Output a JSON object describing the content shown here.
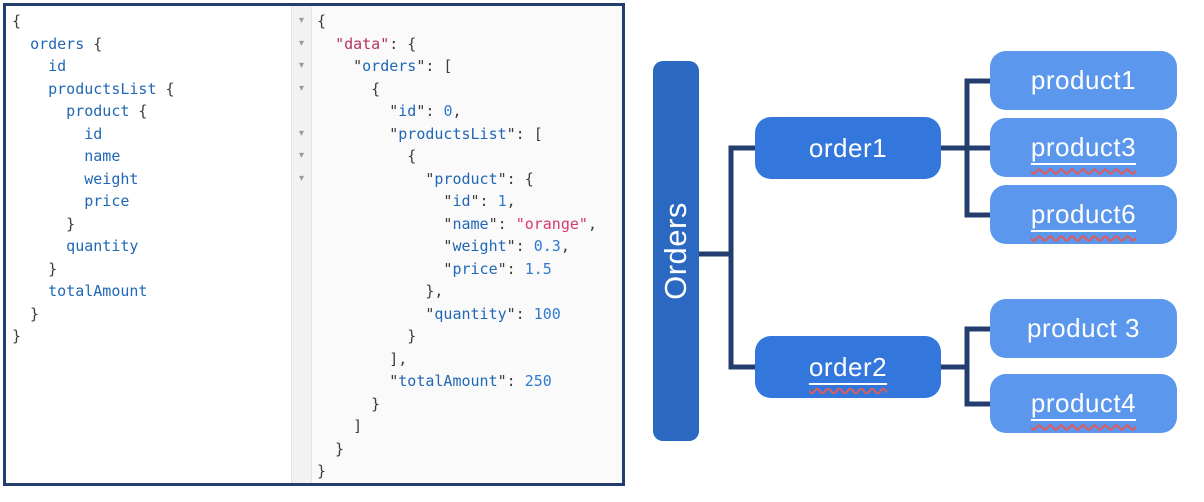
{
  "colors": {
    "panel_border": "#223d6e",
    "connector": "#223d6e",
    "root_box": "#2a68c1",
    "order_box": "#3377dc",
    "product_box": "#5b97ec",
    "box_text": "#ffffff",
    "field_blue": "#2068b5",
    "key_blue": "#2068b5",
    "data_key_red": "#b5345a",
    "string_pink": "#d63a6a",
    "number_blue": "#2e7ad1",
    "punct_gray": "#3c3c3c",
    "gutter_bg": "#f2f2f2",
    "response_bg": "#fafafa",
    "query_bg": "#ffffff",
    "fold_arrow": "#9a9a9a",
    "squiggle_red": "#e05b5b",
    "underline_white": "#ffffff"
  },
  "left_panel": {
    "query": {
      "lines": [
        [
          [
            "p",
            "{"
          ]
        ],
        [
          [
            "p",
            "  "
          ],
          [
            "f",
            "orders"
          ],
          [
            "p",
            " {"
          ]
        ],
        [
          [
            "f",
            "    id"
          ]
        ],
        [
          [
            "f",
            "    productsList"
          ],
          [
            "p",
            " {"
          ]
        ],
        [
          [
            "f",
            "      product"
          ],
          [
            "p",
            " {"
          ]
        ],
        [
          [
            "f",
            "        id"
          ]
        ],
        [
          [
            "f",
            "        name"
          ]
        ],
        [
          [
            "f",
            "        weight"
          ]
        ],
        [
          [
            "f",
            "        price"
          ]
        ],
        [
          [
            "p",
            "      }"
          ]
        ],
        [
          [
            "f",
            "      quantity"
          ]
        ],
        [
          [
            "p",
            "    }"
          ]
        ],
        [
          [
            "f",
            "    totalAmount"
          ]
        ],
        [
          [
            "p",
            "  }"
          ]
        ],
        [
          [
            "p",
            "}"
          ]
        ]
      ]
    },
    "response": {
      "fold_arrow_glyph": "▾",
      "fold_lines": [
        1,
        2,
        3,
        4,
        6,
        7,
        8
      ],
      "lines": [
        [
          [
            "p",
            "{"
          ]
        ],
        [
          [
            "p",
            "  "
          ],
          [
            "r",
            "\"data\""
          ],
          [
            "p",
            ": {"
          ]
        ],
        [
          [
            "p",
            "    \""
          ],
          [
            "k",
            "orders"
          ],
          [
            "p",
            "\": ["
          ]
        ],
        [
          [
            "p",
            "      {"
          ]
        ],
        [
          [
            "p",
            "        \""
          ],
          [
            "k",
            "id"
          ],
          [
            "p",
            "\": "
          ],
          [
            "n",
            "0"
          ],
          [
            "p",
            ","
          ]
        ],
        [
          [
            "p",
            "        \""
          ],
          [
            "k",
            "productsList"
          ],
          [
            "p",
            "\": ["
          ]
        ],
        [
          [
            "p",
            "          {"
          ]
        ],
        [
          [
            "p",
            "            \""
          ],
          [
            "k",
            "product"
          ],
          [
            "p",
            "\": {"
          ]
        ],
        [
          [
            "p",
            "              \""
          ],
          [
            "k",
            "id"
          ],
          [
            "p",
            "\": "
          ],
          [
            "n",
            "1"
          ],
          [
            "p",
            ","
          ]
        ],
        [
          [
            "p",
            "              \""
          ],
          [
            "k",
            "name"
          ],
          [
            "p",
            "\": "
          ],
          [
            "s",
            "\"orange\""
          ],
          [
            "p",
            ","
          ]
        ],
        [
          [
            "p",
            "              \""
          ],
          [
            "k",
            "weight"
          ],
          [
            "p",
            "\": "
          ],
          [
            "n",
            "0.3"
          ],
          [
            "p",
            ","
          ]
        ],
        [
          [
            "p",
            "              \""
          ],
          [
            "k",
            "price"
          ],
          [
            "p",
            "\": "
          ],
          [
            "n",
            "1.5"
          ]
        ],
        [
          [
            "p",
            "            },"
          ]
        ],
        [
          [
            "p",
            "            \""
          ],
          [
            "k",
            "quantity"
          ],
          [
            "p",
            "\": "
          ],
          [
            "n",
            "100"
          ]
        ],
        [
          [
            "p",
            "          }"
          ]
        ],
        [
          [
            "p",
            "        ],"
          ]
        ],
        [
          [
            "p",
            "        \""
          ],
          [
            "k",
            "totalAmount"
          ],
          [
            "p",
            "\": "
          ],
          [
            "n",
            "250"
          ]
        ],
        [
          [
            "p",
            "      }"
          ]
        ],
        [
          [
            "p",
            "    ]"
          ]
        ],
        [
          [
            "p",
            "  }"
          ]
        ],
        [
          [
            "p",
            "}"
          ]
        ]
      ]
    }
  },
  "diagram": {
    "root": {
      "label": "Orders",
      "misspelled": false
    },
    "orders": [
      {
        "label": "order1",
        "misspelled": false,
        "products": [
          {
            "label": "product1",
            "misspelled": false
          },
          {
            "label": "product3",
            "misspelled": true
          },
          {
            "label": "product6",
            "misspelled": true
          }
        ]
      },
      {
        "label": "order2",
        "misspelled": true,
        "products": [
          {
            "label": "product 3",
            "misspelled": false
          },
          {
            "label": "product4",
            "misspelled": true
          }
        ]
      }
    ]
  }
}
